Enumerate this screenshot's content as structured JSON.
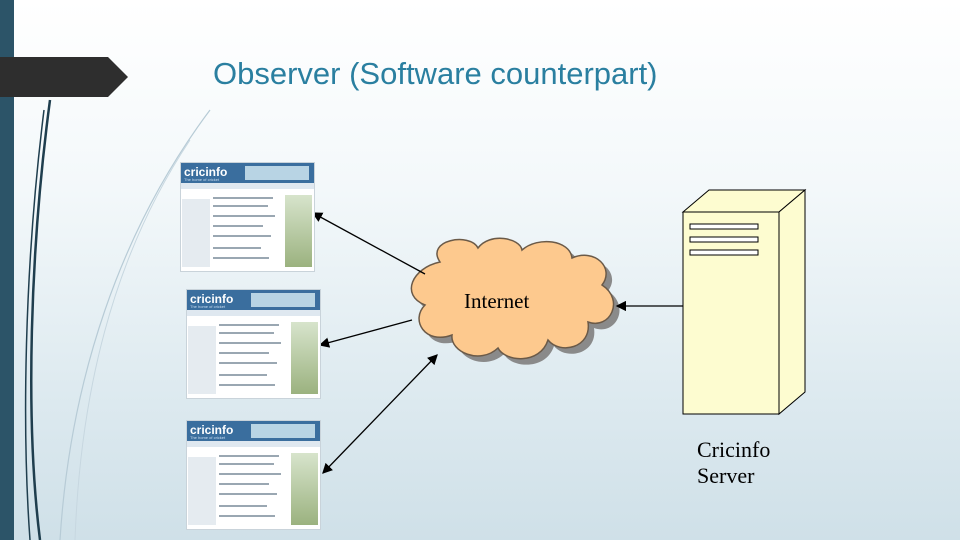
{
  "slide": {
    "title": "Observer (Software counterpart)"
  },
  "diagram": {
    "internet_label": "Internet",
    "server_label": "Cricinfo\nServer",
    "clients": [
      {
        "logo": "cricinfo",
        "tagline": "The home of cricket"
      },
      {
        "logo": "cricinfo",
        "tagline": "The home of cricket"
      },
      {
        "logo": "cricinfo",
        "tagline": "The home of cricket"
      }
    ]
  },
  "colors": {
    "title": "#2a7fa0",
    "cloud_fill": "#fdc98e",
    "server_fill": "#fdfcd0",
    "accent_bar": "#2c5468"
  }
}
